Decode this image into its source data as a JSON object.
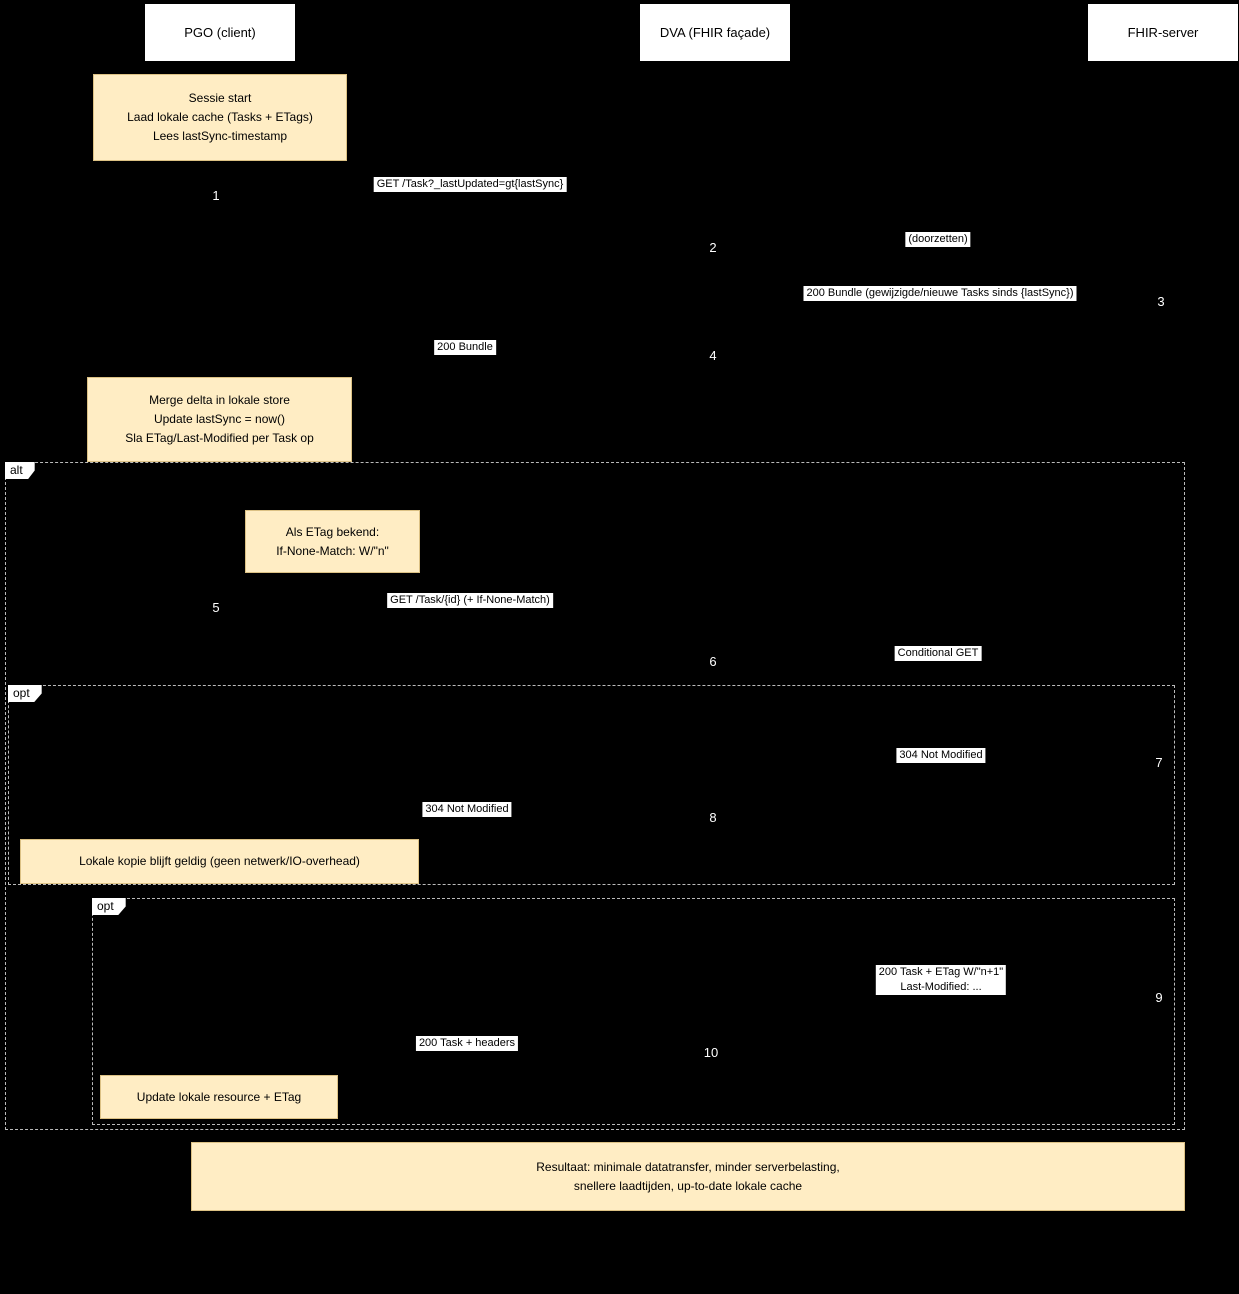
{
  "participants": [
    {
      "label": "PGO (client)"
    },
    {
      "label": "DVA (FHIR façade)"
    },
    {
      "label": "FHIR-server"
    }
  ],
  "frames": [
    {
      "label": "alt"
    },
    {
      "label": "opt"
    },
    {
      "label": "opt"
    }
  ],
  "notes": [
    {
      "text": "Sessie start\nLaad lokale cache (Tasks + ETags)\nLees lastSync-timestamp"
    },
    {
      "text": "Merge delta in lokale store\nUpdate lastSync = now()\nSla ETag/Last-Modified per Task op"
    },
    {
      "text": "Als ETag bekend:\nIf-None-Match: W/\"n\""
    },
    {
      "text": "Lokale kopie blijft geldig (geen netwerk/IO-overhead)"
    },
    {
      "text": "Update lokale resource + ETag"
    },
    {
      "text": "Resultaat: minimale datatransfer, minder serverbelasting,\nsnellere laadtijden, up-to-date lokale cache"
    }
  ],
  "messages": [
    {
      "num": "1",
      "label": "GET /Task?_lastUpdated=gt{lastSync}"
    },
    {
      "num": "2",
      "label": "(doorzetten)"
    },
    {
      "num": "3",
      "label": "200 Bundle (gewijzigde/nieuwe Tasks sinds {lastSync})"
    },
    {
      "num": "4",
      "label": "200 Bundle"
    },
    {
      "num": "5",
      "label": "GET /Task/{id} (+ If-None-Match)"
    },
    {
      "num": "6",
      "label": "Conditional GET"
    },
    {
      "num": "7",
      "label": "304 Not Modified"
    },
    {
      "num": "8",
      "label": "304 Not Modified"
    },
    {
      "num": "9",
      "label": "200 Task + ETag W/\"n+1\"\nLast-Modified: ..."
    },
    {
      "num": "10",
      "label": "200 Task + headers"
    }
  ],
  "colors": {
    "background": "#000000",
    "participant_fill": "#ffffff",
    "note_fill": "#ffedc4",
    "note_border": "#dcc184",
    "message_label_fill": "#ffffff",
    "frame_border": "#bbbbbb",
    "number_text": "#ffffff"
  }
}
